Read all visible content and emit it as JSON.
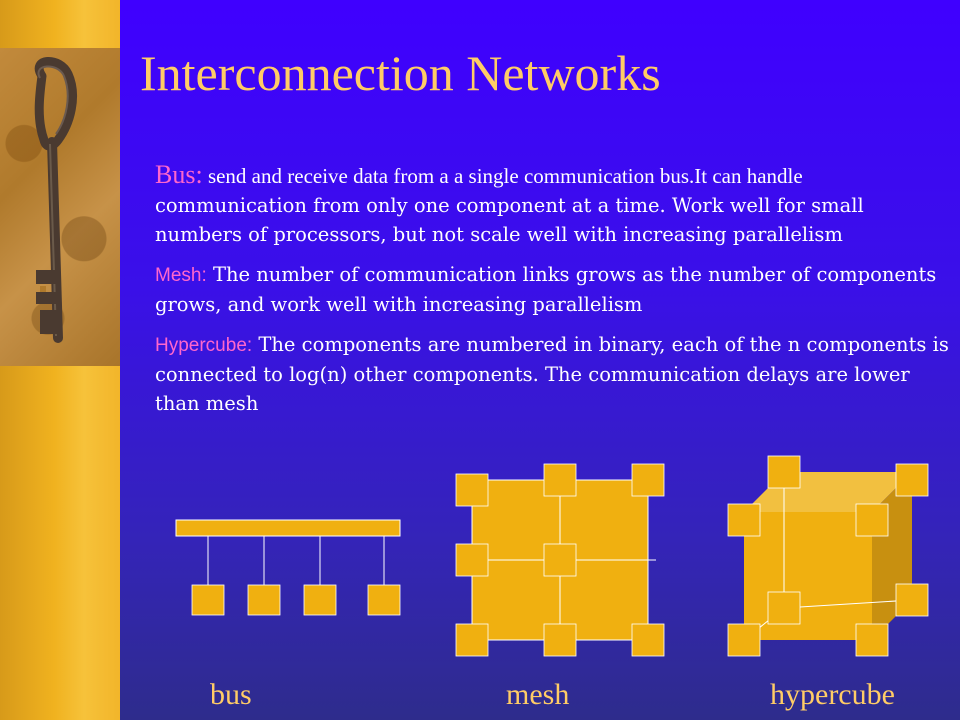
{
  "slide": {
    "title": "Interconnection Networks",
    "bus_term": "Bus:",
    "bus_text_1": " send and receive data from a a single communication bus.It can handle",
    "bus_text_2": "communication from only one component at a time. Work well for small numbers of processors, but not scale well with increasing parallelism",
    "mesh_term": "Mesh:",
    "mesh_text": " The number of communication links grows as the number of components grows, and work well with increasing parallelism",
    "hypercube_term": "Hypercube:",
    "hypercube_text": " The components are numbered in binary, each of the n components is connected to log(n) other components. The communication delays are lower than mesh",
    "captions": {
      "bus": "bus",
      "mesh": "mesh",
      "hypercube": "hypercube"
    }
  },
  "colors": {
    "background": "#3f00ff",
    "title": "#ffcc66",
    "term": "#ff66cc",
    "body_text": "#ffffff",
    "node_fill": "#f0b010",
    "cube_face": "#f0b010",
    "cube_top": "#f2c040",
    "cube_side": "#c89010"
  },
  "icons": {
    "sidebar_image": "antique-key-photo"
  }
}
